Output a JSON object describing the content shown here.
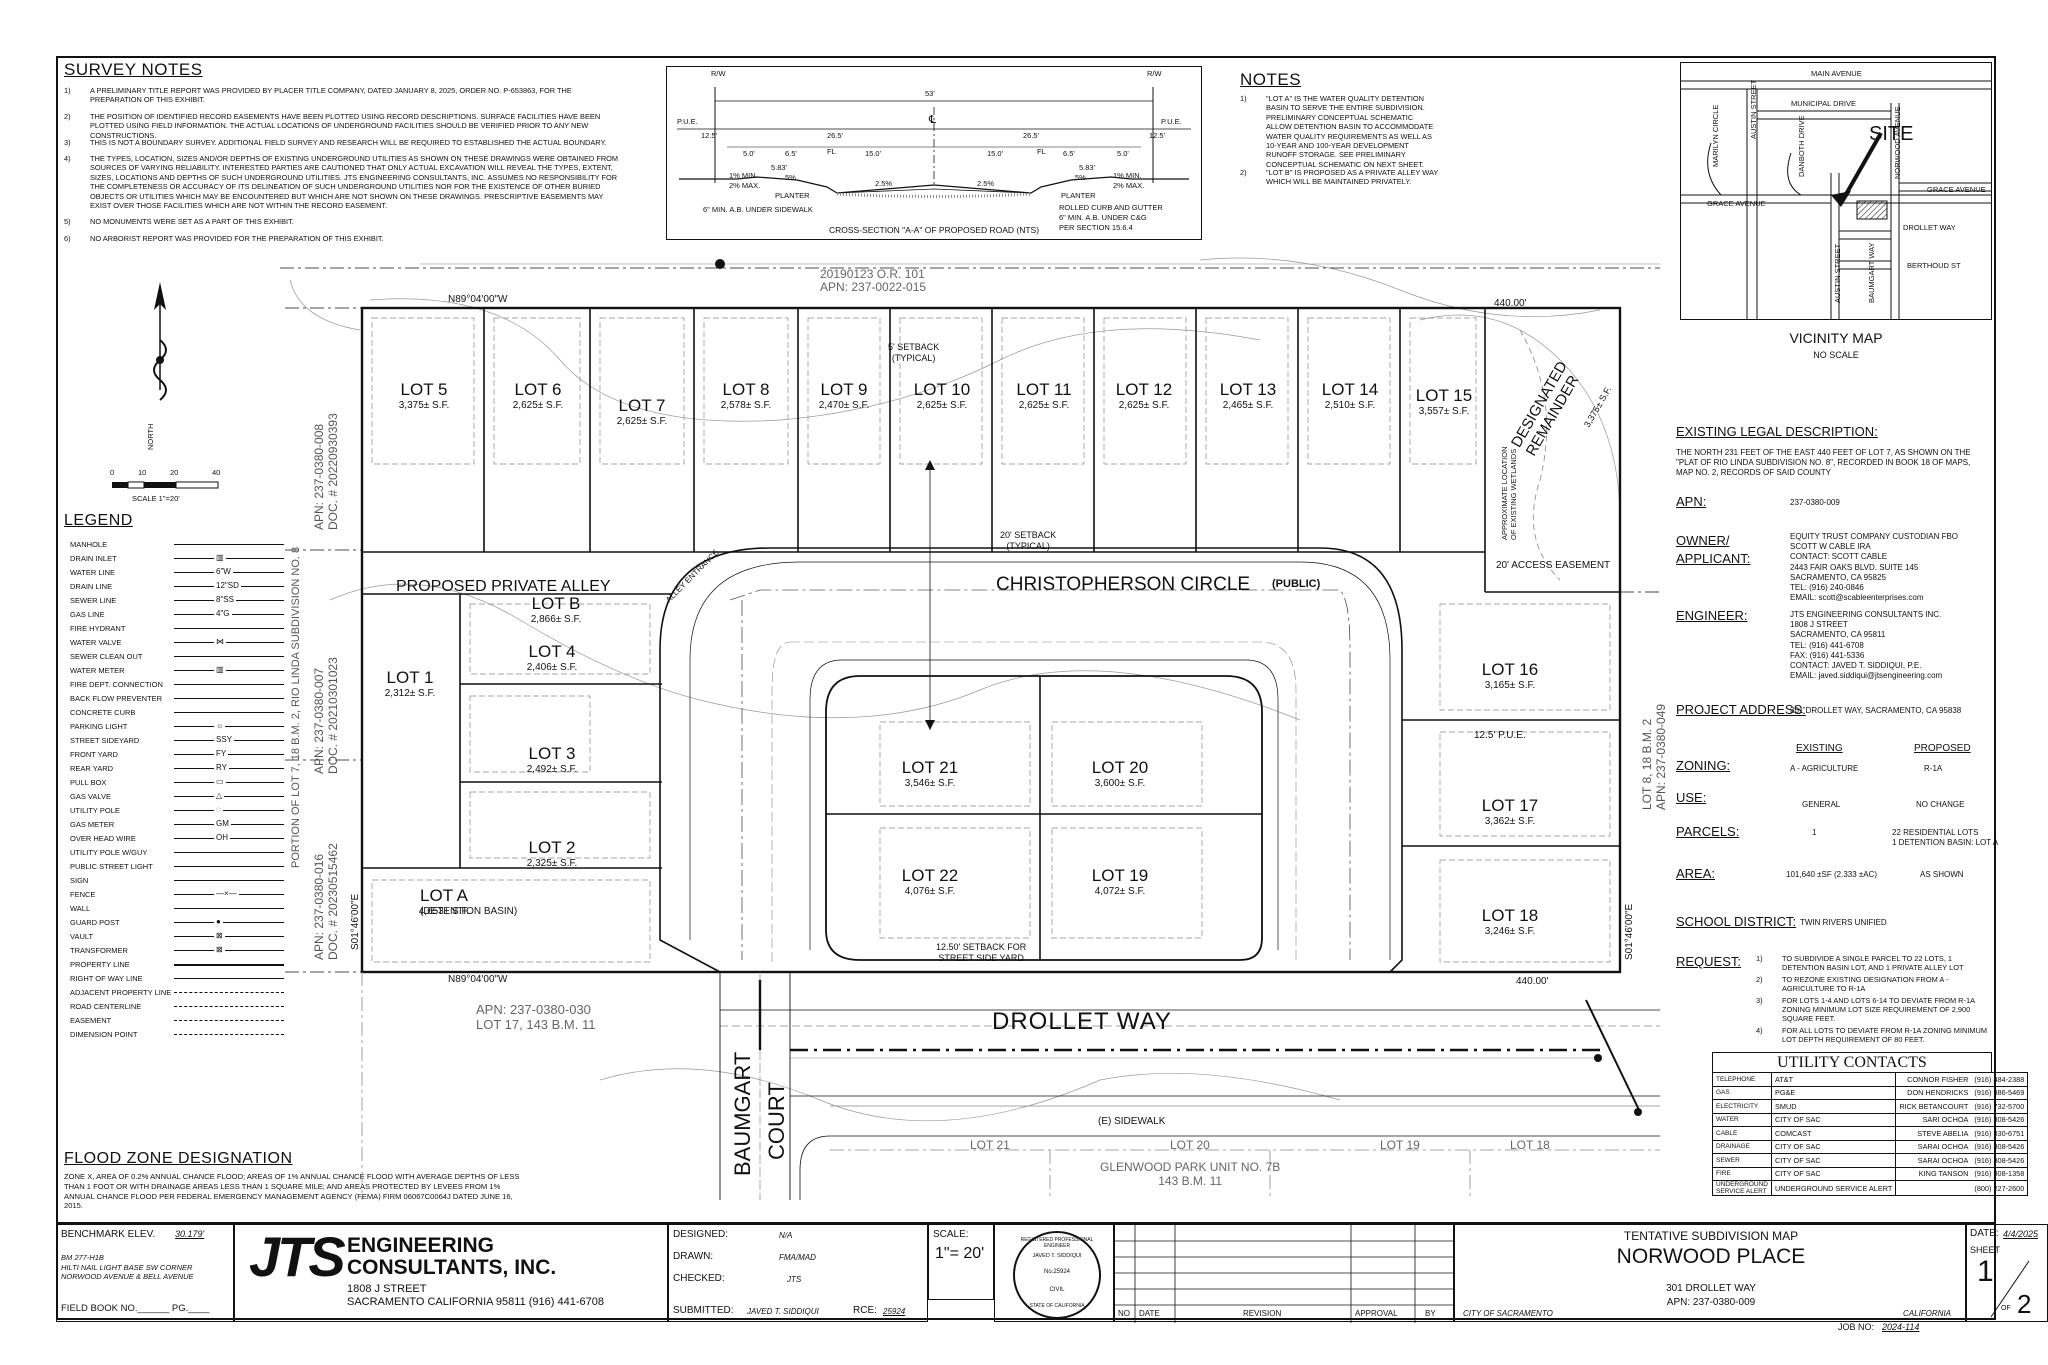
{
  "survey_notes": {
    "title": "SURVEY NOTES",
    "items": [
      {
        "n": "1)",
        "text": "A PRELIMINARY TITLE REPORT WAS PROVIDED BY PLACER TITLE COMPANY, DATED JANUARY 8, 2025, ORDER NO. P-653863, FOR THE PREPARATION OF THIS EXHIBIT."
      },
      {
        "n": "2)",
        "text": "THE POSITION OF IDENTIFIED RECORD EASEMENTS HAVE BEEN PLOTTED USING RECORD DESCRIPTIONS. SURFACE FACILITIES HAVE BEEN PLOTTED USING FIELD INFORMATION. THE ACTUAL LOCATIONS OF UNDERGROUND FACILITIES SHOULD BE VERIFIED PRIOR TO ANY NEW CONSTRUCTIONS."
      },
      {
        "n": "3)",
        "text": "THIS IS NOT A BOUNDARY SURVEY. ADDITIONAL FIELD SURVEY AND RESEARCH WILL BE REQUIRED TO ESTABLISHED THE ACTUAL BOUNDARY."
      },
      {
        "n": "4)",
        "text": "THE TYPES, LOCATION, SIZES AND/OR DEPTHS OF EXISTING UNDERGROUND UTILITIES AS SHOWN ON THESE DRAWINGS WERE OBTAINED FROM SOURCES OF VARYING RELIABILITY. INTERESTED PARTIES ARE CAUTIONED THAT ONLY ACTUAL EXCAVATION WILL REVEAL THE TYPES, EXTENT, SIZES, LOCATIONS AND DEPTHS OF SUCH UNDERGROUND UTILITIES. JTS ENGINEERING CONSULTANTS, INC. ASSUMES NO RESPONSIBILITY FOR THE COMPLETENESS OR ACCURACY OF ITS DELINEATION OF SUCH UNDERGROUND UTILITIES NOR FOR THE EXISTENCE OF OTHER BURIED OBJECTS OR UTILITIES WHICH MAY BE ENCOUNTERED BUT WHICH ARE NOT SHOWN ON THESE DRAWINGS. PRESCRIPTIVE EASEMENTS MAY EXIST OVER THOSE FACILITIES WHICH ARE NOT WITHIN THE RECORD EASEMENT."
      },
      {
        "n": "5)",
        "text": "NO MONUMENTS WERE SET AS A PART OF THIS EXHIBIT."
      },
      {
        "n": "6)",
        "text": "NO ARBORIST REPORT WAS PROVIDED FOR THE PREPARATION OF THIS EXHIBIT."
      }
    ]
  },
  "notes": {
    "title": "NOTES",
    "items": [
      {
        "n": "1)",
        "text": "\"LOT A\" IS THE WATER QUALITY DETENTION BASIN TO SERVE THE ENTIRE SUBDIVISION. PRELIMINARY CONCEPTUAL SCHEMATIC ALLOW DETENTION BASIN TO ACCOMMODATE WATER QUALITY REQUIREMENTS AS WELL AS 10-YEAR AND 100-YEAR DEVELOPMENT RUNOFF STORAGE. SEE PRELIMINARY CONCEPTUAL SCHEMATIC ON NEXT SHEET."
      },
      {
        "n": "2)",
        "text": "\"LOT B\" IS PROPOSED AS A PRIVATE ALLEY WAY WHICH WILL BE MAINTAINED PRIVATELY."
      }
    ]
  },
  "cross_section": {
    "caption": "CROSS-SECTION \"A-A\" OF PROPOSED ROAD (NTS)",
    "rw_left": "R/W",
    "rw_right": "R/W",
    "width": "53'",
    "pue_left": "P.U.E.",
    "pue_right": "P.U.E.",
    "dims": [
      "12.5'",
      "26.5'",
      "26.5'",
      "12.5'",
      "5.0'",
      "6.5'",
      "15.0'",
      "15.0'",
      "6.5'",
      "5.0'",
      "5.83'",
      "5.83'"
    ],
    "fl_left": "FL",
    "fl_right": "FL",
    "cl": "℄",
    "slope_left": "1% MIN.\n2% MAX.",
    "slope_right": "1% MIN.\n2% MAX.",
    "pct_5_left": "5%",
    "pct_5_right": "5%",
    "pct_25_left": "2.5%",
    "pct_25_right": "2.5%",
    "planter_left": "PLANTER",
    "planter_right": "PLANTER",
    "ab_note_left": "6\" MIN. A.B. UNDER SIDEWALK",
    "curb_note": "ROLLED CURB AND GUTTER",
    "ab_note_right": "6\" MIN. A.B. UNDER C&G\nPER SECTION 15.6.4"
  },
  "vicinity": {
    "title": "VICINITY MAP",
    "subtitle": "NO SCALE",
    "streets": {
      "main": "MAIN AVENUE",
      "municipal": "MUNICIPAL DRIVE",
      "site": "SITE",
      "grace_left": "GRACE AVENUE",
      "grace_right": "GRACE AVENUE",
      "drollet": "DROLLET WAY",
      "berthoud": "BERTHOUD ST",
      "austin_top": "AUSTIN STREET",
      "austin_bottom": "AUSTIN STREET",
      "marilyn": "MARILYN CIRCLE",
      "danboth": "DANBOTH DRIVE",
      "norwood": "NORWOOD AVENUE",
      "baumgart": "BAUMGART WAY"
    }
  },
  "legal": {
    "title": "EXISTING LEGAL DESCRIPTION:",
    "text": "THE NORTH 231 FEET OF THE EAST 440 FEET OF LOT 7, AS SHOWN ON THE \"PLAT OF RIO LINDA SUBDIVISION NO. 8\", RECORDED IN BOOK 18 OF MAPS, MAP NO. 2, RECORDS OF SAID COUNTY"
  },
  "info": {
    "apn_label": "APN:",
    "apn": "237-0380-009",
    "owner_label": "OWNER/\nAPPLICANT:",
    "owner": "EQUITY TRUST COMPANY CUSTODIAN FBO\nSCOTT W CABLE IRA\nCONTACT: SCOTT CABLE\n2443 FAIR OAKS BLVD. SUITE 145\nSACRAMENTO, CA 95825\nTEL: (916) 240-0846\nEMAIL: scott@scableenterprises.com",
    "engineer_label": "ENGINEER:",
    "engineer": "JTS ENGINEERING CONSULTANTS INC.\n1808 J STREET\nSACRAMENTO, CA 95811\nTEL: (916) 441-6708\nFAX: (916) 441-5336\nCONTACT: JAVED T. SIDDIQUI, P.E.\nEMAIL: javed.siddiqui@jtsengineering.com",
    "project_label": "PROJECT ADDRESS:",
    "project": "301 DROLLET WAY, SACRAMENTO, CA 95838",
    "existing_hdr": "EXISTING",
    "proposed_hdr": "PROPOSED",
    "zoning_label": "ZONING:",
    "zoning_existing": "A - AGRICULTURE",
    "zoning_proposed": "R-1A",
    "use_label": "USE:",
    "use_existing": "GENERAL",
    "use_proposed": "NO CHANGE",
    "parcels_label": "PARCELS:",
    "parcels_existing": "1",
    "parcels_proposed": "22 RESIDENTIAL LOTS\n1 DETENTION BASIN: LOT A",
    "area_label": "AREA:",
    "area_existing": "101,640 ±SF (2.333 ±AC)",
    "area_proposed": "AS SHOWN",
    "school_label": "SCHOOL DISTRICT:",
    "school": "TWIN RIVERS UNIFIED",
    "request_label": "REQUEST:",
    "requests": [
      {
        "n": "1)",
        "text": "TO SUBDIVIDE A SINGLE PARCEL TO 22 LOTS, 1 DETENTION BASIN LOT, AND 1 PRIVATE ALLEY LOT"
      },
      {
        "n": "2)",
        "text": "TO REZONE EXISTING DESIGNATION FROM A - AGRICULTURE TO R-1A"
      },
      {
        "n": "3)",
        "text": "FOR LOTS 1-4 AND LOTS 6-14 TO DEVIATE FROM R-1A ZONING MINIMUM LOT SIZE REQUIREMENT OF 2,900 SQUARE FEET."
      },
      {
        "n": "4)",
        "text": "FOR ALL LOTS TO DEVIATE FROM R-1A ZONING MINIMUM LOT DEPTH REQUIREMENT OF 80 FEET."
      }
    ]
  },
  "utility": {
    "title": "UTILITY CONTACTS",
    "rows": [
      [
        "TELEPHONE",
        "AT&T",
        "CONNOR FISHER",
        "(916) 484-2388"
      ],
      [
        "GAS",
        "PG&E",
        "DON HENDRICKS",
        "(916) 386-5469"
      ],
      [
        "ELECTRICITY",
        "SMUD",
        "RICK BETANCOURT",
        "(916) 732-5700"
      ],
      [
        "WATER",
        "CITY OF SAC",
        "SARI OCHOA",
        "(916) 808-5426"
      ],
      [
        "CABLE",
        "COMCAST",
        "STEVE ABELIA",
        "(916) 830-6751"
      ],
      [
        "DRAINAGE",
        "CITY OF SAC",
        "SARAI OCHOA",
        "(916) 808-5426"
      ],
      [
        "SEWER",
        "CITY OF SAC",
        "SARAI OCHOA",
        "(916) 808-5426"
      ],
      [
        "FIRE",
        "CITY OF SAC",
        "KING TANSON",
        "(916) 808-1358"
      ],
      [
        "UNDERGROUND\nSERVICE ALERT",
        "UNDERGROUND SERVICE ALERT",
        "",
        "(800) 227-2600"
      ]
    ]
  },
  "legend": {
    "title": "LEGEND",
    "items": [
      "MANHOLE",
      "DRAIN INLET",
      "WATER LINE",
      "DRAIN LINE",
      "SEWER LINE",
      "GAS LINE",
      "FIRE HYDRANT",
      "WATER VALVE",
      "SEWER CLEAN OUT",
      "WATER METER",
      "FIRE DEPT. CONNECTION",
      "BACK FLOW PREVENTER",
      "CONCRETE CURB",
      "PARKING LIGHT",
      "STREET SIDEYARD",
      "FRONT YARD",
      "REAR YARD",
      "PULL BOX",
      "GAS VALVE",
      "UTILITY POLE",
      "GAS METER",
      "OVER HEAD WIRE",
      "UTILITY POLE W/GUY",
      "PUBLIC STREET LIGHT",
      "SIGN",
      "FENCE",
      "WALL",
      "GUARD POST",
      "VAULT",
      "TRANSFORMER",
      "PROPERTY LINE",
      "RIGHT OF WAY LINE",
      "ADJACENT PROPERTY LINE",
      "ROAD CENTERLINE",
      "EASEMENT",
      "DIMENSION POINT"
    ],
    "symbols": [
      "",
      "▥",
      "6\"W",
      "12\"SD",
      "8\"SS",
      "4\"G",
      "",
      "⋈",
      "",
      "▥",
      "",
      "",
      "",
      "☼",
      "SSY",
      "FY",
      "RY",
      "▭",
      "△",
      "◌",
      "GM",
      "OH",
      "",
      "",
      "",
      "—×—",
      "",
      "●",
      "⊠",
      "⊠",
      "",
      "",
      "",
      "",
      "",
      ""
    ]
  },
  "flood": {
    "title": "FLOOD ZONE DESIGNATION",
    "text": "ZONE X, AREA OF 0.2% ANNUAL CHANCE FLOOD; AREAS OF 1% ANNUAL CHANCE FLOOD WITH AVERAGE DEPTHS OF LESS THAN 1 FOOT OR WITH DRAINAGE AREAS LESS THAN 1 SQUARE MILE; AND AREAS PROTECTED BY LEVEES FROM 1% ANNUAL CHANCE FLOOD PER FEDERAL EMERGENCY MANAGEMENT AGENCY (FEMA) FIRM 06067C0064J DATED JUNE 16, 2015."
  },
  "scale": {
    "labels": [
      "0",
      "10",
      "20",
      "40"
    ],
    "text": "SCALE 1\"=20'",
    "north": "NORTH"
  },
  "plan": {
    "top_apn": "20190123 O.R. 101\nAPN: 237-0022-015",
    "top_bearing": "N89°04'00\"W",
    "top_length": "440.00'",
    "bottom_bearing": "N89°04'00\"W",
    "bottom_length": "440.00'",
    "left_apn1": "APN: 237-0380-008\nDOC. # 20220930393",
    "left_apn2": "APN: 237-0380-007\nDOC. # 20210301023",
    "left_apn3": "APN: 237-0380-016\nDOC. # 20230515462",
    "left_portion": "PORTION OF LOT 7, 18 B.M. 2, RIO LINDA SUBDIVISION NO. 8",
    "right_apn": "LOT 8, 18 B.M. 2\nAPN: 237-0380-049",
    "left_bearing": "S01°46'00\"E",
    "right_bearing": "S01°46'00\"E",
    "south_apn": "APN: 237-0380-030\nLOT 17, 143 B.M. 11",
    "glenwood": "GLENWOOD PARK UNIT NO. 7B\n143 B.M. 11",
    "christopherson": "CHRISTOPHERSON CIRCLE",
    "public": "(PUBLIC)",
    "drollet": "DROLLET WAY",
    "baumgart": "BAUMGART",
    "court": "COURT",
    "alley": "PROPOSED PRIVATE ALLEY",
    "alley_entrance": "ALLEY ENTRANCE",
    "designated": "DESIGNATED\nREMAINDER",
    "designated_sf": "3,375± S.F.",
    "wetlands": "APPROXIMATE LOCATION\nOF EXISTING WETLANDS",
    "access": "20' ACCESS EASEMENT",
    "sidewalk": "(E) SIDEWALK",
    "setback_5": "5' SETBACK\n(TYPICAL)",
    "setback_20": "20' SETBACK\n(TYPICAL)",
    "setback_12": "12.50' SETBACK FOR\nSTREET SIDE YARD",
    "pue": "12.5' P.U.E.",
    "detention": "(DETENTION BASIN)",
    "south_lots": [
      "LOT 21",
      "LOT 20",
      "LOT 19",
      "LOT 18"
    ],
    "lots": [
      {
        "id": "LOT 5",
        "sf": "3,375± S.F."
      },
      {
        "id": "LOT 6",
        "sf": "2,625± S.F."
      },
      {
        "id": "LOT 7",
        "sf": "2,625± S.F."
      },
      {
        "id": "LOT 8",
        "sf": "2,578± S.F."
      },
      {
        "id": "LOT 9",
        "sf": "2,470± S.F."
      },
      {
        "id": "LOT 10",
        "sf": "2,625± S.F."
      },
      {
        "id": "LOT 11",
        "sf": "2,625± S.F."
      },
      {
        "id": "LOT 12",
        "sf": "2,625± S.F."
      },
      {
        "id": "LOT 13",
        "sf": "2,465± S.F."
      },
      {
        "id": "LOT 14",
        "sf": "2,510± S.F."
      },
      {
        "id": "LOT 15",
        "sf": "3,557± S.F."
      },
      {
        "id": "LOT B",
        "sf": "2,866± S.F."
      },
      {
        "id": "LOT 1",
        "sf": "2,312± S.F."
      },
      {
        "id": "LOT 4",
        "sf": "2,406± S.F."
      },
      {
        "id": "LOT 3",
        "sf": "2,492± S.F."
      },
      {
        "id": "LOT 2",
        "sf": "2,325± S.F."
      },
      {
        "id": "LOT A",
        "sf": "4,653± S.F."
      },
      {
        "id": "LOT 21",
        "sf": "3,546± S.F."
      },
      {
        "id": "LOT 20",
        "sf": "3,600± S.F."
      },
      {
        "id": "LOT 22",
        "sf": "4,076± S.F."
      },
      {
        "id": "LOT 19",
        "sf": "4,072± S.F."
      },
      {
        "id": "LOT 16",
        "sf": "3,165± S.F."
      },
      {
        "id": "LOT 17",
        "sf": "3,362± S.F."
      },
      {
        "id": "LOT 18",
        "sf": "3,246± S.F."
      }
    ]
  },
  "title_block": {
    "benchmark_label": "BENCHMARK ELEV.",
    "benchmark": "30.179'",
    "bm_text": "BM 277-H1B\nHILTI NAIL LIGHT BASE SW CORNER\nNORWOOD AVENUE & BELL AVENUE",
    "field_book": "FIELD BOOK NO.______ PG.____",
    "firm_jts": "JTS",
    "firm_name": "ENGINEERING\nCONSULTANTS, INC.",
    "firm_addr": "1808 J STREET\nSACRAMENTO CALIFORNIA 95811 (916) 441-6708",
    "designed_label": "DESIGNED:",
    "designed": "N/A",
    "drawn_label": "DRAWN:",
    "drawn": "FMA/MAD",
    "checked_label": "CHECKED:",
    "checked": "JTS",
    "submitted_label": "SUBMITTED:",
    "submitted": "JAVED T. SIDDIQUI",
    "rce_label": "RCE:",
    "rce": "25924",
    "scale_label": "SCALE:",
    "scale": "1\"= 20'",
    "seal_text": "REGISTERED PROFESSIONAL ENGINEER",
    "seal_name": "JAVED T. SIDDIQUI",
    "seal_no": "No.25924",
    "seal_civil": "CIVIL",
    "seal_state": "STATE OF CALIFORNIA",
    "rev_no": "NO",
    "rev_date": "DATE",
    "rev_revision": "REVISION",
    "rev_approval": "APPROVAL",
    "rev_by": "BY",
    "map_type": "TENTATIVE SUBDIVISION MAP",
    "project": "NORWOOD PLACE",
    "address": "301 DROLLET WAY",
    "apn": "APN: 237-0380-009",
    "city": "CITY OF SACRAMENTO",
    "state": "CALIFORNIA",
    "date_label": "DATE:",
    "date": "4/4/2025",
    "sheet_label": "SHEET",
    "sheet": "1",
    "of": "OF",
    "total": "2",
    "job_label": "JOB NO:",
    "job": "2024-114"
  }
}
